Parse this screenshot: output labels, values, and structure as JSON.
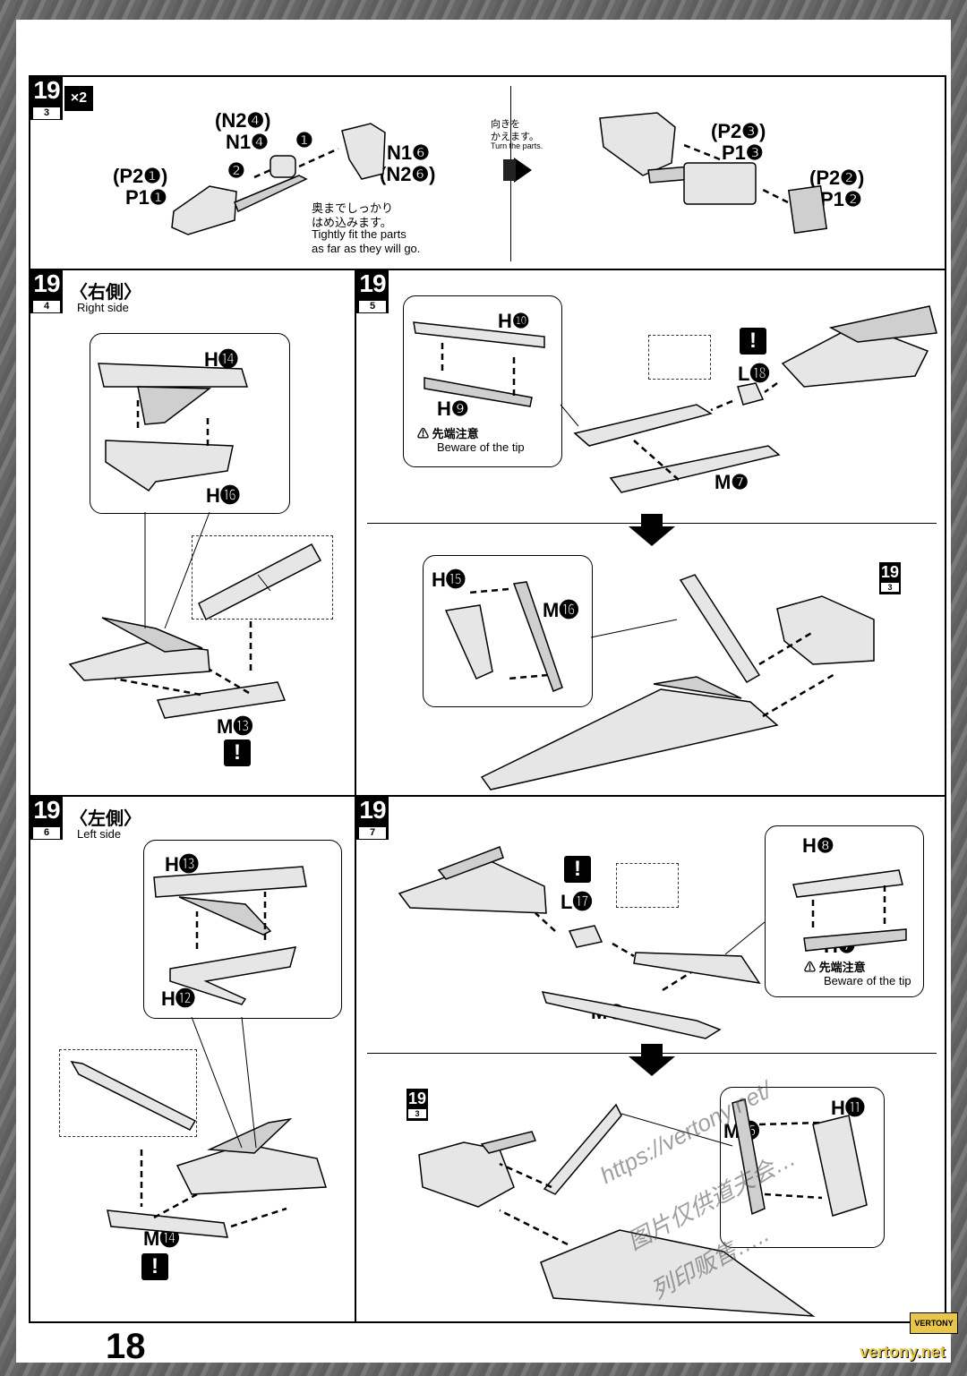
{
  "page_number": "18",
  "step": "19",
  "panel_3": {
    "sub": "3",
    "multiplier": "×2",
    "labels": {
      "n2_4": "(N2❹)",
      "n1_4": "N1❹",
      "p2_1": "(P2❶)",
      "p1_1": "P1❶",
      "n1_6": "N1❻",
      "n2_6": "(N2❻)",
      "step1": "❶",
      "step2": "❷",
      "note_jp_1": "奥までしっかり",
      "note_jp_2": "はめ込みます。",
      "note_en_1": "Tightly fit the parts",
      "note_en_2": "as far as they will go.",
      "turn_jp_1": "向きを",
      "turn_jp_2": "かえます。",
      "turn_en": "Turn the parts.",
      "p2_3": "(P2❸)",
      "p1_3": "P1❸",
      "p2_2": "(P2❷)",
      "p1_2": "P1❷"
    }
  },
  "panel_4": {
    "sub": "4",
    "title_jp": "〈右側〉",
    "title_en": "Right side",
    "h14": "H⓮",
    "h16": "H⓰",
    "m13": "M⓭",
    "warning": "!"
  },
  "panel_5": {
    "sub": "5",
    "h10": "H❿",
    "h9": "H❾",
    "caution_jp": "先端注意",
    "caution_en": "Beware of the tip",
    "l18": "L⓲",
    "m7": "M❼",
    "h15": "H⓯",
    "m16": "M⓰",
    "ref": "19",
    "ref_sub": "3",
    "warning": "!"
  },
  "panel_6": {
    "sub": "6",
    "title_jp": "〈左側〉",
    "title_en": "Left side",
    "h13": "H⓭",
    "h12": "H⓬",
    "m14": "M⓮",
    "warning": "!"
  },
  "panel_7": {
    "sub": "7",
    "h8": "H❽",
    "h7": "H❼",
    "caution_jp": "先端注意",
    "caution_en": "Beware of the tip",
    "l17": "L⓱",
    "m8": "M❽",
    "h11": "H⓫",
    "m15": "M⓯",
    "ref": "19",
    "ref_sub": "3",
    "warning": "!"
  },
  "watermark": {
    "line1": "https://vertony.net/",
    "line2": "图片仅供道夫会…",
    "line3": "列印贩售….."
  },
  "brand_tag": "vertony.net",
  "brand_small": "VERTONY"
}
